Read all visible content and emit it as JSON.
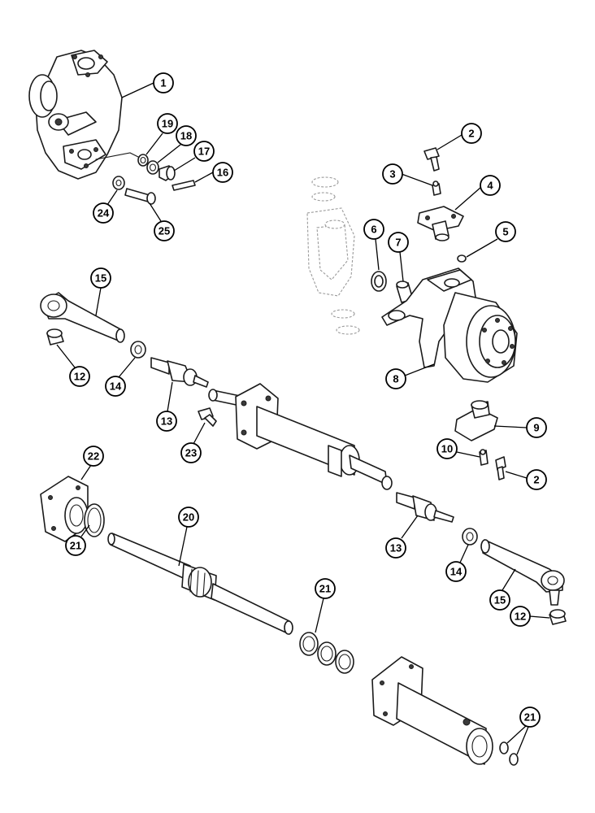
{
  "callouts": [
    {
      "id": "c1",
      "label": "1"
    },
    {
      "id": "c19",
      "label": "19"
    },
    {
      "id": "c18",
      "label": "18"
    },
    {
      "id": "c17",
      "label": "17"
    },
    {
      "id": "c16",
      "label": "16"
    },
    {
      "id": "c24",
      "label": "24"
    },
    {
      "id": "c25",
      "label": "25"
    },
    {
      "id": "c2a",
      "label": "2"
    },
    {
      "id": "c3",
      "label": "3"
    },
    {
      "id": "c4",
      "label": "4"
    },
    {
      "id": "c6",
      "label": "6"
    },
    {
      "id": "c7",
      "label": "7"
    },
    {
      "id": "c5",
      "label": "5"
    },
    {
      "id": "c15a",
      "label": "15"
    },
    {
      "id": "c12a",
      "label": "12"
    },
    {
      "id": "c14a",
      "label": "14"
    },
    {
      "id": "c13a",
      "label": "13"
    },
    {
      "id": "c8",
      "label": "8"
    },
    {
      "id": "c9",
      "label": "9"
    },
    {
      "id": "c10",
      "label": "10"
    },
    {
      "id": "c2b",
      "label": "2"
    },
    {
      "id": "c23",
      "label": "23"
    },
    {
      "id": "c22",
      "label": "22"
    },
    {
      "id": "c20",
      "label": "20"
    },
    {
      "id": "c21a",
      "label": "21"
    },
    {
      "id": "c13b",
      "label": "13"
    },
    {
      "id": "c14b",
      "label": "14"
    },
    {
      "id": "c21b",
      "label": "21"
    },
    {
      "id": "c15b",
      "label": "15"
    },
    {
      "id": "c12b",
      "label": "12"
    },
    {
      "id": "c21c",
      "label": "21"
    }
  ]
}
